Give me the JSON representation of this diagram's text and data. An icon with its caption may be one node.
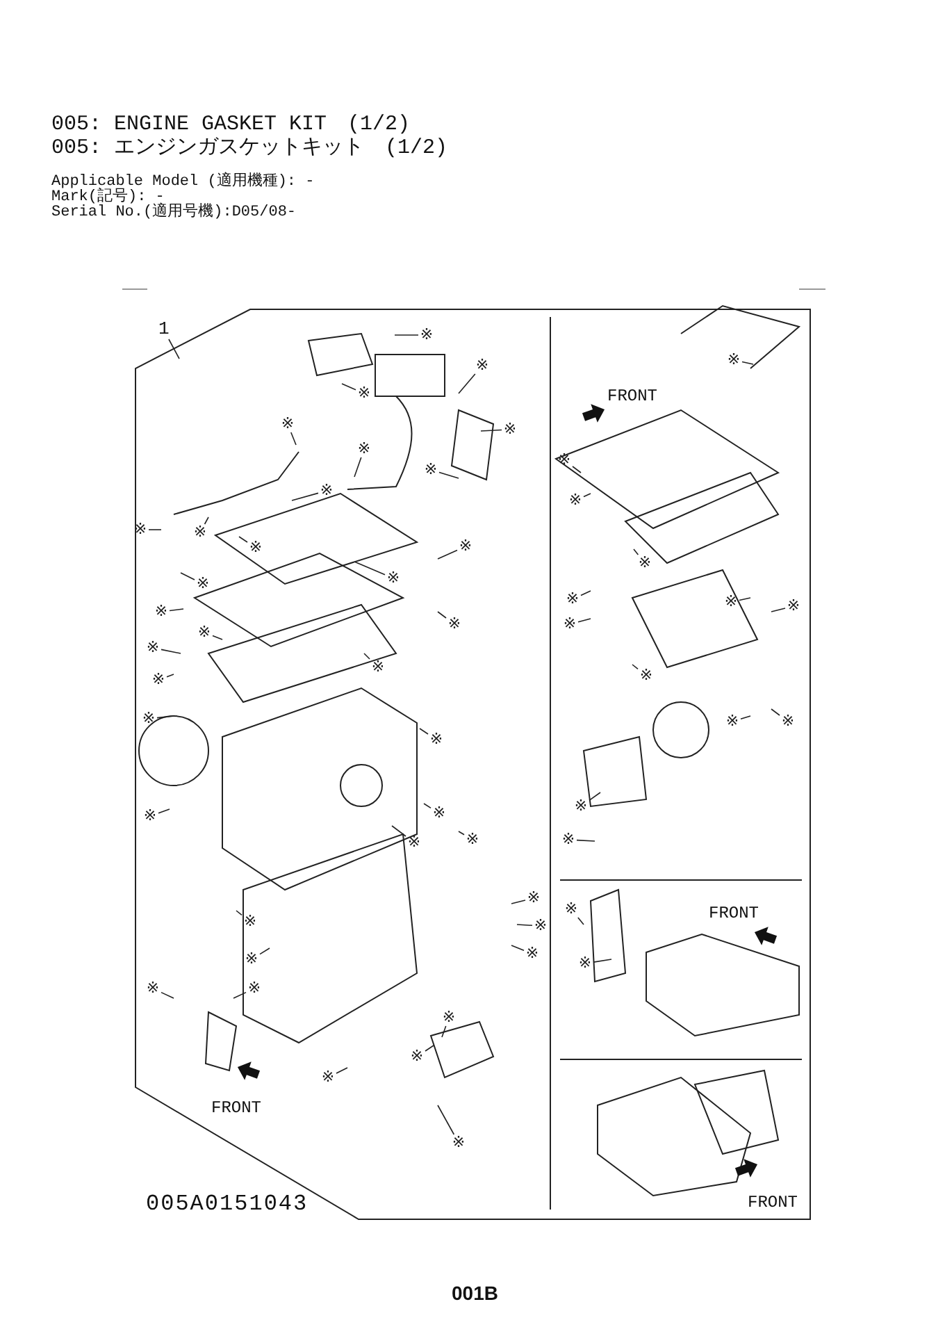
{
  "diagram": {
    "title": "005: ENGINE GASKET KIT　(1/2)",
    "nodes": [
      {
        "text": [
          "1"
        ]
      },
      {
        "text": [],
        "shape": "box"
      },
      {
        "text": [
          "※"
        ],
        "in": 1
      },
      {
        "text": [
          "※"
        ],
        "in": 1
      },
      {
        "text": [
          "※"
        ],
        "in": 1
      },
      {
        "text": [
          "※"
        ],
        "in": 1
      },
      {
        "text": [
          "※"
        ],
        "in": 1
      },
      {
        "text": [
          "※"
        ],
        "in": 1
      },
      {
        "text": [
          "※"
        ],
        "in": 1
      },
      {
        "text": [
          "※"
        ],
        "in": 1
      },
      {
        "text": [
          "※"
        ],
        "in": 1
      },
      {
        "text": [
          "※"
        ],
        "in": 1
      },
      {
        "text": [
          "※"
        ],
        "in": 1
      },
      {
        "text": [
          "※"
        ],
        "in": 1
      },
      {
        "text": [
          "※"
        ],
        "in": 1
      },
      {
        "text": [
          "※"
        ],
        "in": 1
      },
      {
        "text": [
          "※"
        ],
        "in": 1
      },
      {
        "text": [
          "※"
        ],
        "in": 1
      },
      {
        "text": [
          "※"
        ],
        "in": 1
      },
      {
        "text": [
          "※"
        ],
        "in": 1
      },
      {
        "text": [
          "※"
        ],
        "in": 1
      },
      {
        "text": [
          "※"
        ],
        "in": 1
      },
      {
        "text": [
          "※"
        ],
        "in": 1
      },
      {
        "text": [
          "※"
        ],
        "in": 1
      },
      {
        "text": [
          "※"
        ],
        "in": 1
      },
      {
        "text": [
          "※"
        ],
        "in": 1
      },
      {
        "text": [
          "※"
        ],
        "in": 1
      },
      {
        "text": [
          "※"
        ],
        "in": 1
      },
      {
        "text": [
          "※"
        ],
        "in": 1
      },
      {
        "text": [
          "※"
        ],
        "in": 1
      },
      {
        "text": [
          "※"
        ],
        "in": 1
      },
      {
        "text": [
          "※"
        ],
        "in": 1
      },
      {
        "text": [
          "※"
        ],
        "in": 1
      },
      {
        "text": [
          "※"
        ],
        "in": 1
      },
      {
        "text": [
          "※"
        ],
        "in": 1
      },
      {
        "text": [
          "※"
        ],
        "in": 1
      },
      {
        "text": [
          "※"
        ],
        "in": 1
      },
      {
        "text": [
          "※"
        ],
        "in": 1
      },
      {
        "text": [
          "※"
        ],
        "in": 1
      },
      {
        "text": [
          "※"
        ],
        "in": 1
      },
      {
        "text": [
          "※"
        ],
        "in": 1
      },
      {
        "text": [
          "※"
        ],
        "in": 1
      },
      {
        "text": [
          "※"
        ],
        "in": 1
      },
      {
        "text": [
          "※"
        ],
        "in": 1
      },
      {
        "text": [
          "※"
        ],
        "in": 1
      },
      {
        "text": [
          "※"
        ],
        "in": 1
      },
      {
        "text": [
          "※"
        ],
        "in": 1
      },
      {
        "text": [
          "※"
        ],
        "in": 1
      },
      {
        "text": [
          "※"
        ],
        "in": 1
      },
      {
        "text": [
          "※"
        ],
        "in": 1
      },
      {
        "text": [
          "※"
        ],
        "in": 1
      },
      {
        "text": [
          "※"
        ],
        "in": 1
      },
      {
        "text": [
          "※"
        ],
        "in": 1
      },
      {
        "text": [
          "※"
        ],
        "in": 1
      }
    ],
    "edges": [
      {
        "from": 0,
        "to": 1,
        "arrow": "none"
      },
      {
        "from": 2,
        "to": null,
        "arrow": "none"
      },
      {
        "from": 3,
        "to": null,
        "arrow": "none"
      },
      {
        "from": 4,
        "to": null,
        "arrow": "none"
      },
      {
        "from": 5,
        "to": null,
        "arrow": "none"
      },
      {
        "from": 6,
        "to": null,
        "arrow": "none"
      },
      {
        "from": 7,
        "to": null,
        "arrow": "none"
      },
      {
        "from": 8,
        "to": null,
        "arrow": "none"
      },
      {
        "from": 9,
        "to": null,
        "arrow": "none"
      },
      {
        "from": 10,
        "to": null,
        "arrow": "none"
      },
      {
        "from": 11,
        "to": null,
        "arrow": "none"
      },
      {
        "from": 12,
        "to": null,
        "arrow": "none"
      },
      {
        "from": 13,
        "to": null,
        "arrow": "none"
      },
      {
        "from": 14,
        "to": null,
        "arrow": "none"
      },
      {
        "from": 15,
        "to": null,
        "arrow": "none"
      },
      {
        "from": 16,
        "to": null,
        "arrow": "none"
      },
      {
        "from": 17,
        "to": null,
        "arrow": "none"
      },
      {
        "from": 18,
        "to": null,
        "arrow": "none"
      },
      {
        "from": 19,
        "to": null,
        "arrow": "none"
      },
      {
        "from": 20,
        "to": null,
        "arrow": "none"
      },
      {
        "from": 21,
        "to": null,
        "arrow": "none"
      },
      {
        "from": 22,
        "to": null,
        "arrow": "none"
      },
      {
        "from": 23,
        "to": null,
        "arrow": "none"
      },
      {
        "from": 24,
        "to": null,
        "arrow": "none"
      },
      {
        "from": 25,
        "to": null,
        "arrow": "none"
      },
      {
        "from": 26,
        "to": null,
        "arrow": "none"
      },
      {
        "from": 27,
        "to": null,
        "arrow": "none"
      },
      {
        "from": 28,
        "to": null,
        "arrow": "none"
      },
      {
        "from": 29,
        "to": null,
        "arrow": "none"
      },
      {
        "from": 30,
        "to": null,
        "arrow": "none"
      },
      {
        "from": 31,
        "to": null,
        "arrow": "none"
      },
      {
        "from": 32,
        "to": null,
        "arrow": "none"
      },
      {
        "from": 33,
        "to": null,
        "arrow": "none"
      },
      {
        "from": 34,
        "to": null,
        "arrow": "none"
      },
      {
        "from": 35,
        "to": null,
        "arrow": "none"
      },
      {
        "from": 36,
        "to": null,
        "arrow": "none"
      },
      {
        "from": 37,
        "to": null,
        "arrow": "none"
      },
      {
        "from": 38,
        "to": null,
        "arrow": "none"
      },
      {
        "from": 39,
        "to": null,
        "arrow": "none"
      },
      {
        "from": 40,
        "to": null,
        "arrow": "none"
      },
      {
        "from": 41,
        "to": null,
        "arrow": "none"
      },
      {
        "from": 42,
        "to": null,
        "arrow": "none"
      },
      {
        "from": 43,
        "to": null,
        "arrow": "none"
      },
      {
        "from": 44,
        "to": null,
        "arrow": "none"
      },
      {
        "from": 45,
        "to": null,
        "arrow": "none"
      },
      {
        "from": 46,
        "to": null,
        "arrow": "none"
      },
      {
        "from": 47,
        "to": null,
        "arrow": "none"
      },
      {
        "from": 48,
        "to": null,
        "arrow": "none"
      },
      {
        "from": 49,
        "to": null,
        "arrow": "none"
      },
      {
        "from": 50,
        "to": null,
        "arrow": "none"
      },
      {
        "from": 51,
        "to": null,
        "arrow": "none"
      },
      {
        "from": 52,
        "to": null,
        "arrow": "none"
      },
      {
        "from": 53,
        "to": null,
        "arrow": "none"
      }
    ],
    "labels": [
      "005: エンジンガスケットキット　(1/2)",
      "Applicable Model (適用機種): -",
      "Mark(記号): -",
      "Serial No.(適用号機):D05/08-",
      "FRONT",
      "FRONT",
      "FRONT",
      "FRONT",
      "005A0151043",
      "001B"
    ]
  }
}
